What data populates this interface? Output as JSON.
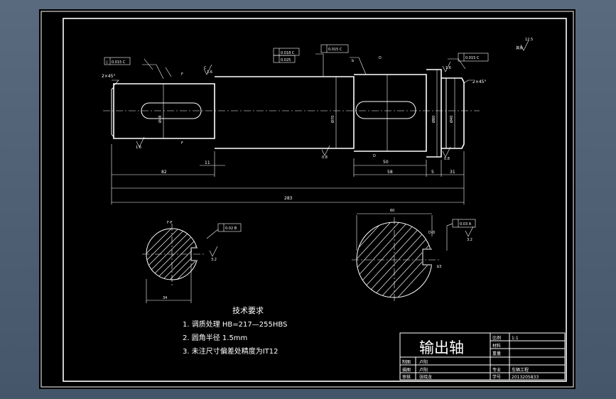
{
  "drawing": {
    "title": "输出轴",
    "dimensions": {
      "overall": "283",
      "left_section": "82",
      "left_step": "11",
      "keyway_length": "50",
      "right_section": "58",
      "collar": "5",
      "right_end": "31",
      "chamfer_left": "2×45°",
      "chamfer_right": "2×45°",
      "dia_main": "Ø48",
      "dia_journal": "Ø70",
      "dia_collar": "Ø80",
      "dia_end": "Ø40",
      "section_a_width": "34",
      "section_b_width": "60"
    },
    "tolerances": {
      "runout_left": "0.015 C",
      "runout_mid_1": "0.018 C",
      "runout_mid_2": "0.015 C",
      "perp": "0.025",
      "runout_right": "0.015 C",
      "sym_a": "0.02 B",
      "sym_b": "0.03 A"
    },
    "roughness": {
      "global": "12.5",
      "other": "其余",
      "r16": "1.6",
      "r08": "0.8",
      "r32": "3.2"
    },
    "labels": {
      "F": "F",
      "D": "D",
      "C": "C",
      "FF": "F-F",
      "DD": "D-D",
      "b": "b",
      "b3": "b3"
    }
  },
  "tech_requirements": {
    "heading": "技术要求",
    "items": [
      "1. 调质处理  HB=217—255HBS",
      "2. 圆角半径   1.5mm",
      "3. 未注尺寸偏差处精度为IT12"
    ]
  },
  "title_block": {
    "part_name": "输出轴",
    "scale_label": "比例",
    "scale_value": "1:1",
    "material_label": "材料",
    "weight_label": "重量",
    "drawn_label": "制图",
    "drawn_name": "卢阳",
    "checked_label": "描图",
    "checked_name": "卢阳",
    "approved_label": "审核",
    "approved_name": "张晓龙",
    "major_label": "专业",
    "major_value": "车辆工程",
    "id_label": "学号",
    "id_value": "2013205833"
  }
}
